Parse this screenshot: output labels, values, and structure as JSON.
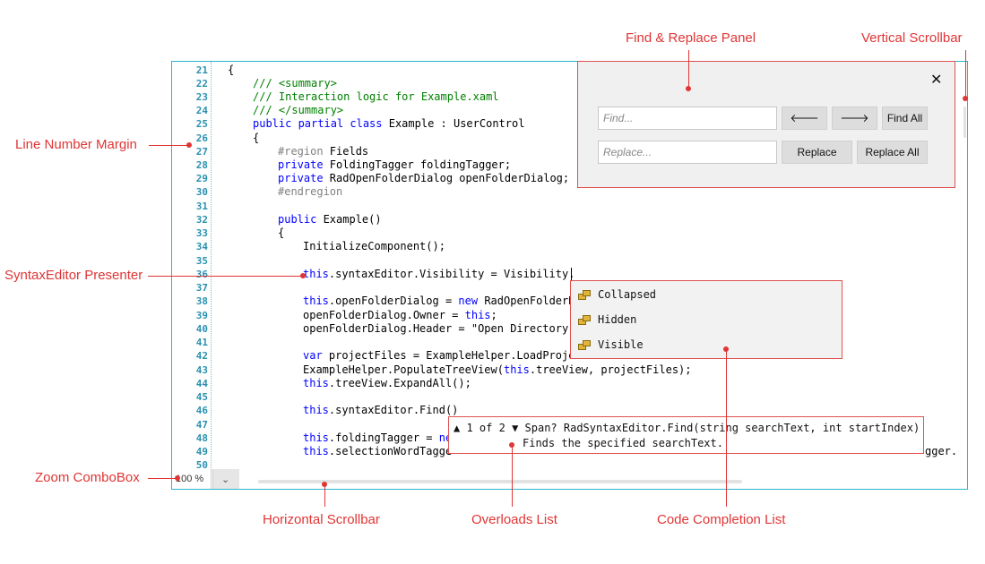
{
  "annotations": {
    "find_replace_panel": "Find & Replace Panel",
    "vertical_scrollbar": "Vertical Scrollbar",
    "line_number_margin": "Line Number Margin",
    "presenter": "SyntaxEditor Presenter",
    "zoom_combobox": "Zoom ComboBox",
    "horizontal_scrollbar": "Horizontal Scrollbar",
    "overloads_list": "Overloads List",
    "code_completion_list": "Code Completion List"
  },
  "line_numbers": [
    "21",
    "22",
    "23",
    "24",
    "25",
    "26",
    "27",
    "28",
    "29",
    "30",
    "31",
    "32",
    "33",
    "34",
    "35",
    "36",
    "37",
    "38",
    "39",
    "40",
    "41",
    "42",
    "43",
    "44",
    "45",
    "46",
    "47",
    "48",
    "49",
    "50"
  ],
  "code": {
    "l21": "{",
    "l22": "/// <summary>",
    "l23": "/// Interaction logic for Example.xaml",
    "l24": "/// </summary>",
    "l25_kw": "public partial class",
    "l25_rest": " Example : UserControl",
    "l26": "{",
    "l27_rg": "#region",
    "l27_rest": " Fields",
    "l28_kw": "private",
    "l28_rest": " FoldingTagger foldingTagger;",
    "l29_kw": "private",
    "l29_rest": " RadOpenFolderDialog openFolderDialog;",
    "l30": "#endregion",
    "l32_kw": "public",
    "l32_rest": " Example()",
    "l33": "{",
    "l34": "InitializeComponent();",
    "l36_kw": "this",
    "l36_rest": ".syntaxEditor.Visibility = Visibility.",
    "l38_kw": "this",
    "l38_mid": ".openFolderDialog = ",
    "l38_kw2": "new",
    "l38_rest": " RadOpenFolderD",
    "l39_a": "openFolderDialog.Owner = ",
    "l39_kw": "this",
    "l39_b": ";",
    "l40": "openFolderDialog.Header = \"Open Directory\"",
    "l42_kw": "var",
    "l42_rest": " projectFiles = ExampleHelper.LoadProje",
    "l43_a": "ExampleHelper.PopulateTreeView(",
    "l43_kw": "this",
    "l43_b": ".treeView, projectFiles);",
    "l44_kw": "this",
    "l44_rest": ".treeView.ExpandAll();",
    "l46_kw": "this",
    "l46_rest": ".syntaxEditor.Find()",
    "l48_kw": "this",
    "l48_mid": ".foldingTagger = ",
    "l48_kw2": "ne",
    "l49_kw": "this",
    "l49_rest": ".selectionWordTagge",
    "l49_tail": "gger."
  },
  "zoom": {
    "value": "100 %"
  },
  "find_panel": {
    "find_placeholder": "Find...",
    "replace_placeholder": "Replace...",
    "prev_label": "🡐",
    "next_label": "🡒",
    "find_all_label": "Find All",
    "replace_label": "Replace",
    "replace_all_label": "Replace All",
    "close_label": "✕"
  },
  "completion": {
    "items": [
      {
        "label": "Collapsed"
      },
      {
        "label": "Hidden"
      },
      {
        "label": "Visible"
      }
    ]
  },
  "overloads": {
    "position": "1 of 2",
    "signature": "Span? RadSyntaxEditor.Find(string searchText, int startIndex)",
    "description": "Finds the specified searchText."
  },
  "colors": {
    "accent_annotation": "#e03535",
    "editor_border": "#29b6d1",
    "keyword": "#0000ff",
    "comment": "#008000",
    "line_number": "#2b91af"
  }
}
